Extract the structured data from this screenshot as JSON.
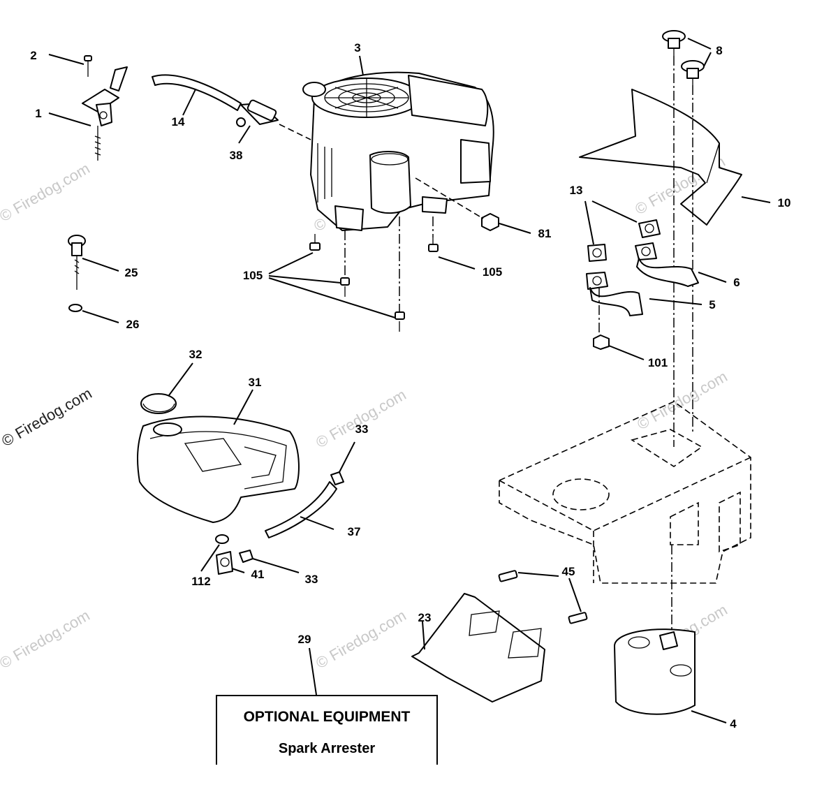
{
  "watermark": "© Firedog.com",
  "optional_box": {
    "title": "OPTIONAL EQUIPMENT",
    "subtitle": "Spark Arrester"
  },
  "callouts": [
    {
      "id": "c1",
      "text": "1"
    },
    {
      "id": "c2",
      "text": "2"
    },
    {
      "id": "c3",
      "text": "3"
    },
    {
      "id": "c4",
      "text": "4"
    },
    {
      "id": "c5",
      "text": "5"
    },
    {
      "id": "c6",
      "text": "6"
    },
    {
      "id": "c8",
      "text": "8"
    },
    {
      "id": "c10",
      "text": "10"
    },
    {
      "id": "c13",
      "text": "13"
    },
    {
      "id": "c14",
      "text": "14"
    },
    {
      "id": "c23",
      "text": "23"
    },
    {
      "id": "c25",
      "text": "25"
    },
    {
      "id": "c26",
      "text": "26"
    },
    {
      "id": "c29",
      "text": "29"
    },
    {
      "id": "c31",
      "text": "31"
    },
    {
      "id": "c32",
      "text": "32"
    },
    {
      "id": "c33a",
      "text": "33"
    },
    {
      "id": "c33b",
      "text": "33"
    },
    {
      "id": "c37",
      "text": "37"
    },
    {
      "id": "c38",
      "text": "38"
    },
    {
      "id": "c41",
      "text": "41"
    },
    {
      "id": "c45",
      "text": "45"
    },
    {
      "id": "c81",
      "text": "81"
    },
    {
      "id": "c101",
      "text": "101"
    },
    {
      "id": "c105a",
      "text": "105"
    },
    {
      "id": "c105b",
      "text": "105"
    },
    {
      "id": "c112",
      "text": "112"
    }
  ]
}
